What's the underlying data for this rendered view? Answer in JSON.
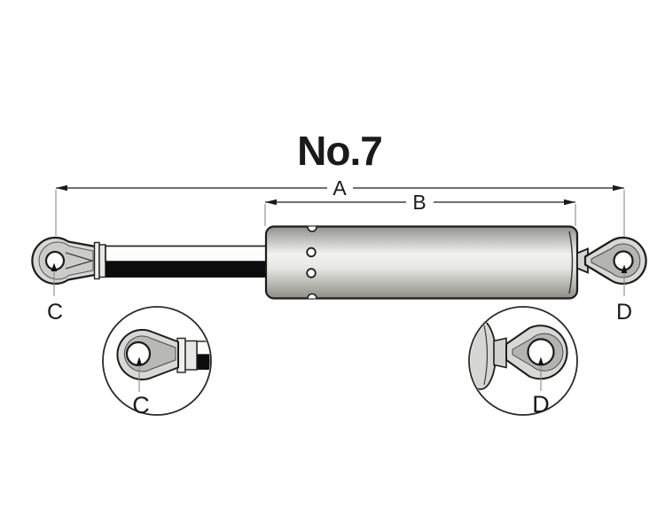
{
  "title": "No.7",
  "dimensions": {
    "a": "A",
    "b": "B"
  },
  "main_view": {
    "left_end_label": "C",
    "right_end_label": "D"
  },
  "detail_views": {
    "left_label": "C",
    "right_label": "D"
  },
  "colors": {
    "background": "#ffffff",
    "outline": "#1c1c1c",
    "metal_light": "#f2f2f0",
    "metal_mid": "#d8d8d6",
    "metal_shaded": "#b4b4b2",
    "rod_black": "#0c0c0c",
    "leader_line": "#8a8a8a"
  }
}
